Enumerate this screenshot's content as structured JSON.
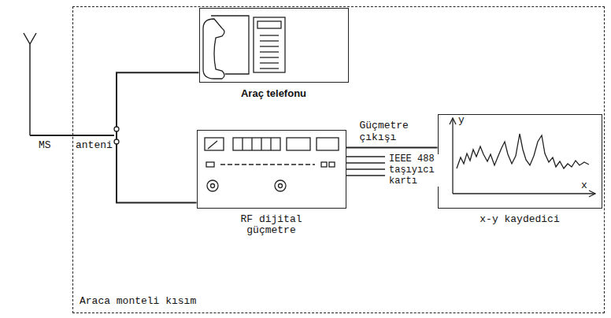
{
  "diagram": {
    "nodes": [
      {
        "text": [
          "Araca monteli kısım"
        ]
      },
      {
        "text": [
          "Araç telefonu"
        ],
        "in": 0
      },
      {
        "text": [
          "RF dijital güçmetre"
        ],
        "in": 0
      },
      {
        "text": [
          "x-y kaydedici"
        ],
        "in": 0
      }
    ],
    "edges": [
      {
        "from": 1,
        "to": 2,
        "arrow": "none"
      },
      {
        "from": 2,
        "to": 3,
        "label": "Güçmetre çıkışı",
        "arrow": "none"
      }
    ],
    "labels": [
      "MS",
      "anteni",
      "IEEE 488 taşıyıcı kartı",
      "y",
      "x"
    ]
  }
}
